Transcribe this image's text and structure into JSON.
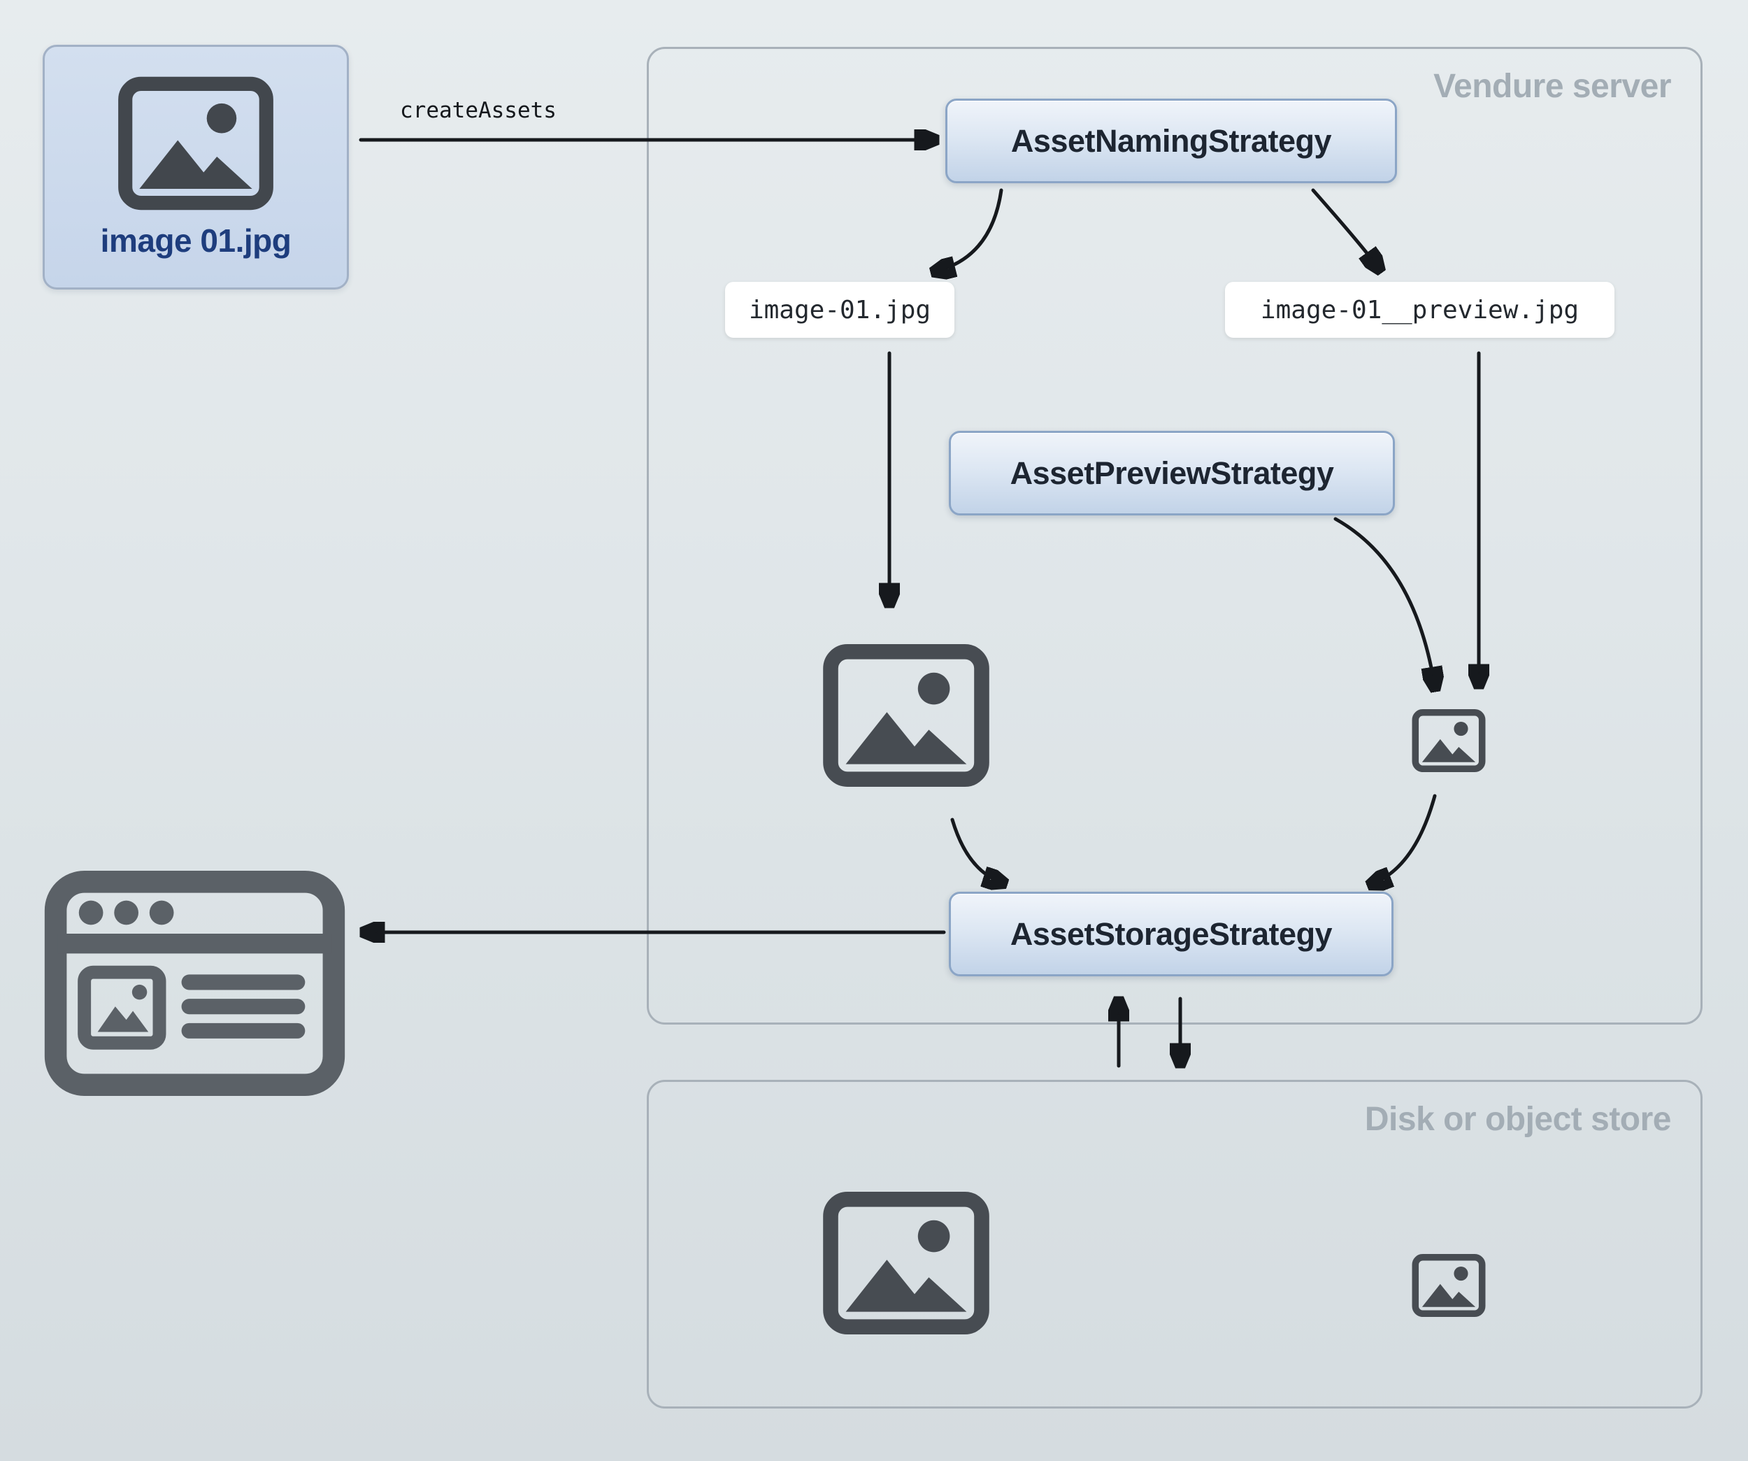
{
  "page": {
    "bg_top": "#e7ecee",
    "bg_bottom": "#d5dce0"
  },
  "source_card": {
    "label": "image 01.jpg",
    "icon": "image-icon"
  },
  "flow": {
    "create_assets_label": "createAssets"
  },
  "vendure_server": {
    "title": "Vendure server",
    "naming_strategy_label": "AssetNamingStrategy",
    "preview_strategy_label": "AssetPreviewStrategy",
    "storage_strategy_label": "AssetStorageStrategy",
    "original_filename": "image-01.jpg",
    "preview_filename": "image-01__preview.jpg",
    "original_image_icon": "image-icon",
    "preview_image_icon": "image-icon-small"
  },
  "disk_store": {
    "title": "Disk or object store",
    "original_image_icon": "image-icon",
    "preview_image_icon": "image-icon-small"
  },
  "client": {
    "icon": "browser-window-icon"
  },
  "colors": {
    "strategy_border": "#8ba5c6",
    "strategy_fill_top": "#f0f4fa",
    "strategy_fill_bottom": "#c2d3e8",
    "strategy_text": "#1d2531",
    "region_border": "#a8b1b9",
    "region_title": "#a3adb5",
    "chip_bg": "#ffffff",
    "chip_text": "#23282e",
    "icon_gray": "#474c52",
    "browser_gray": "#5b6167",
    "card_bg": "#c6d5ea",
    "card_text": "#1e3d7d",
    "arrow": "#16191d"
  }
}
